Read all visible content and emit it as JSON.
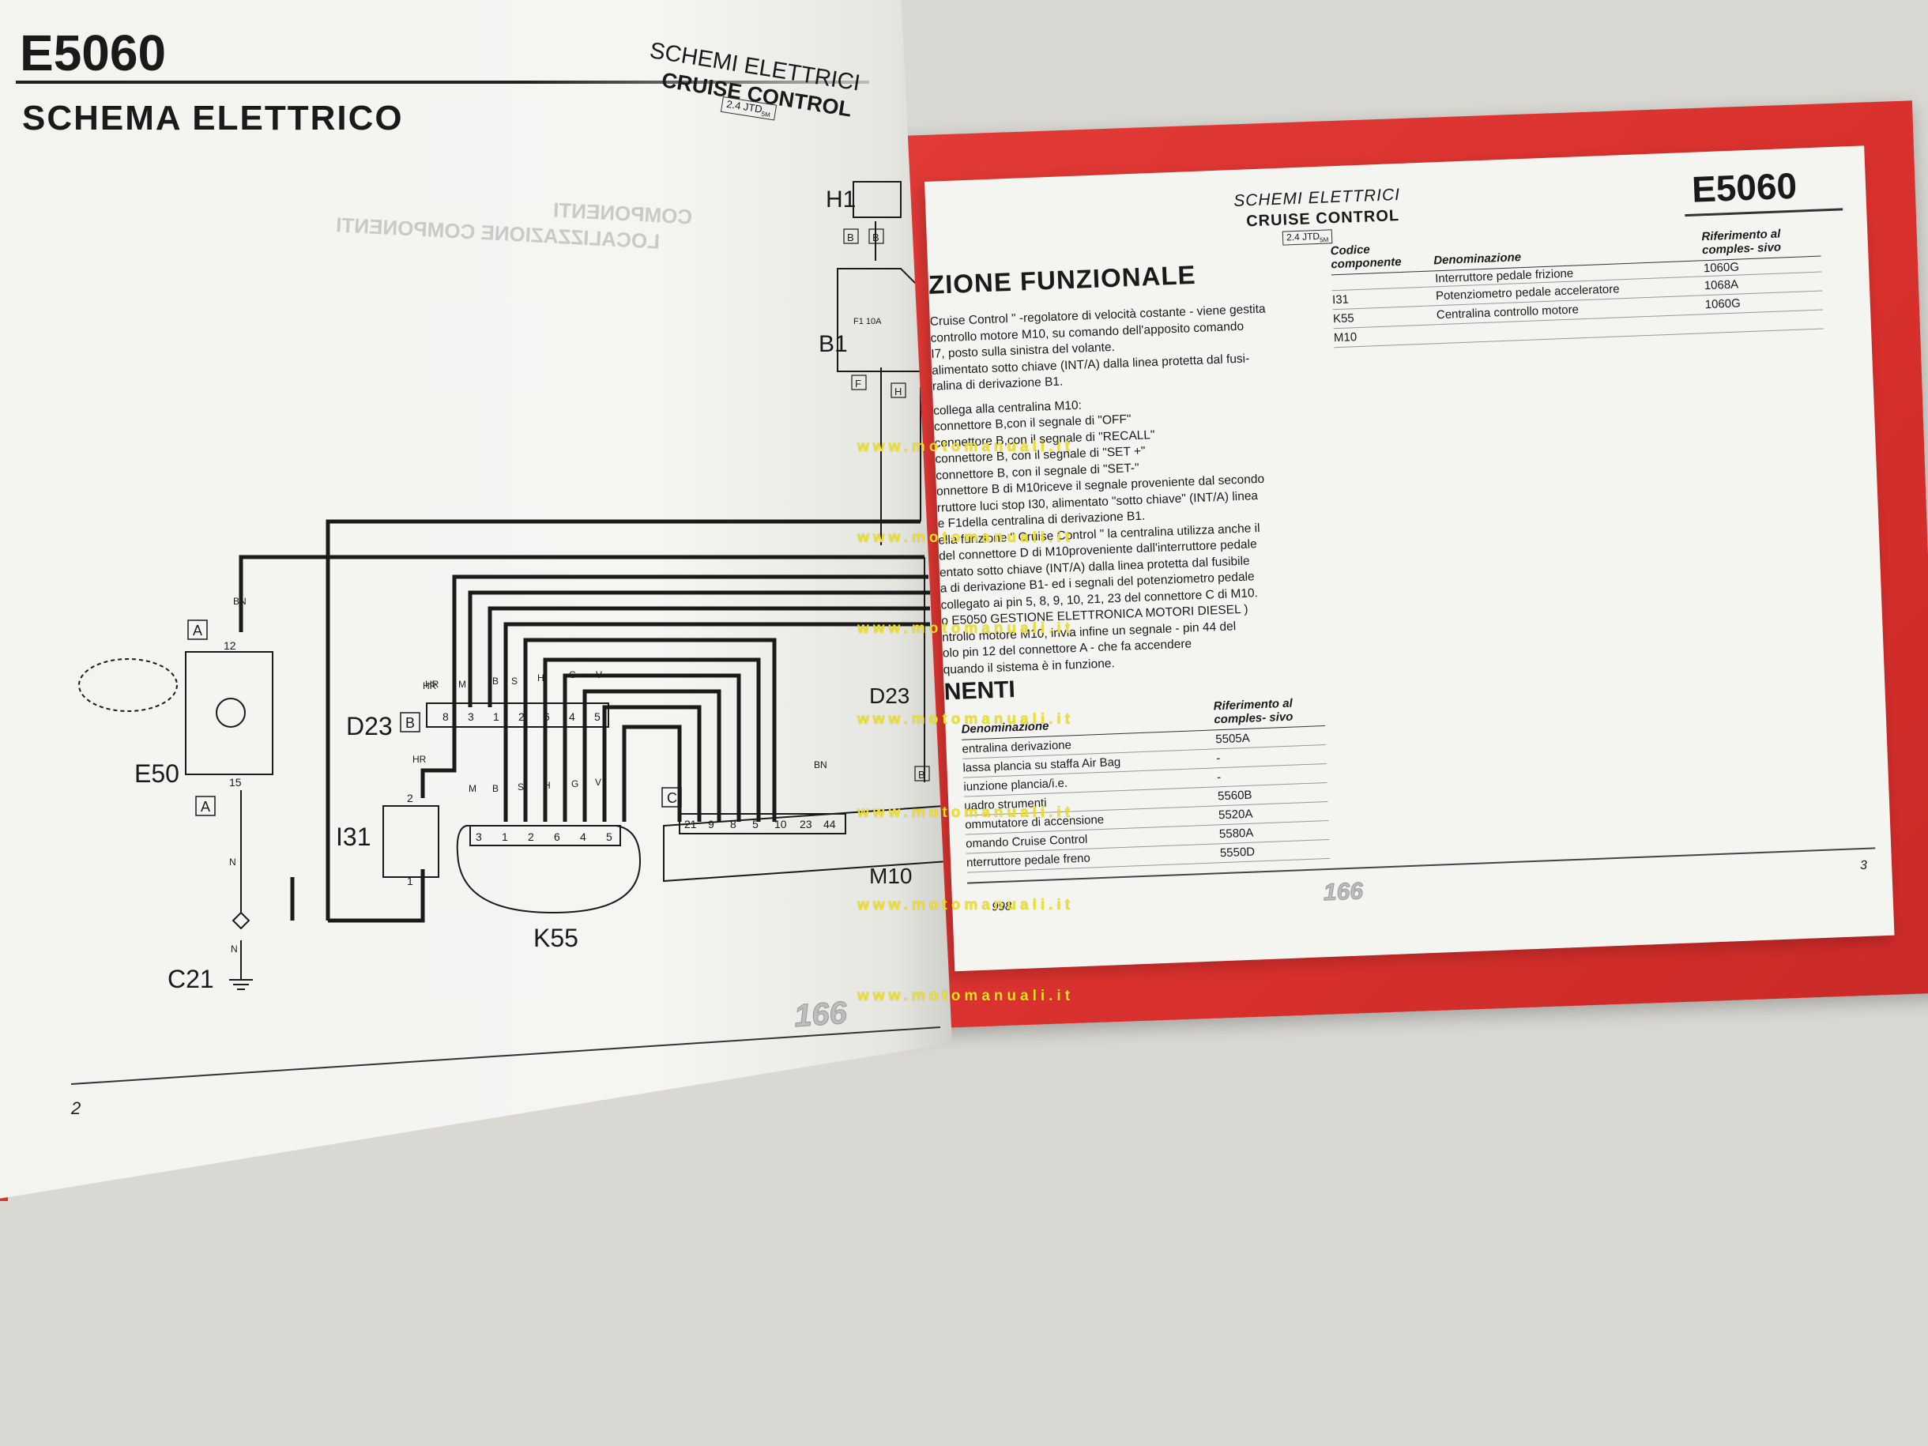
{
  "left_page": {
    "code": "E5060",
    "title": "SCHEMA ELETTRICO",
    "header_line1": "SCHEMI ELETTRICI",
    "header_line2": "CRUISE CONTROL",
    "header_badge": "2.4 JTD",
    "header_badge_suffix": "5M",
    "mirror_line1": "COMPONENTI",
    "mirror_line2": "LOCALIZZAZIONE COMPONENTI",
    "page_number": "2",
    "model_logo": "166",
    "components": {
      "h1": "H1",
      "b1": "B1",
      "e50": "E50",
      "d23": "D23",
      "d23_right": "D23",
      "i31": "I31",
      "k55": "K55",
      "m10": "M10",
      "c21": "C21"
    },
    "connector_letters": {
      "a_top": "A",
      "a_bottom": "A",
      "b_d23": "B",
      "c_m10": "C",
      "b_h1_left": "B",
      "b_h1_right": "B",
      "f": "F",
      "h": "H",
      "b_m10": "B"
    },
    "pins": {
      "e50_top": "12",
      "e50_bottom": "15",
      "i31_top": "2",
      "i31_bottom": "1",
      "d23": [
        "8",
        "3",
        "1",
        "2",
        "6",
        "4",
        "5"
      ],
      "k55": [
        "3",
        "1",
        "2",
        "6",
        "4",
        "5"
      ],
      "m10": [
        "21",
        "9",
        "8",
        "5",
        "10",
        "23",
        "44"
      ]
    },
    "wire_colors": {
      "bn_top": "BN",
      "n_bottom": "N",
      "n_ground": "N",
      "hr_d23": "HR",
      "hr_i31": "HR",
      "bn_m10": "BN",
      "d23_row": [
        "HR",
        "M",
        "B",
        "S",
        "H",
        "G",
        "V"
      ],
      "k55_row": [
        "M",
        "B",
        "S",
        "H",
        "G",
        "V"
      ]
    },
    "fuse_label": "F1 10A"
  },
  "right_page": {
    "header_line1": "SCHEMI ELETTRICI",
    "header_line2": "CRUISE CONTROL",
    "header_badge": "2.4 JTD",
    "header_badge_suffix": "5M",
    "code": "E5060",
    "section_title": "ZIONE FUNZIONALE",
    "body_lines": [
      "Cruise Control \" -regolatore di velocità costante - viene gestita",
      "controllo motore M10, su comando dell'apposito comando",
      "I7, posto sulla sinistra del volante.",
      "alimentato sotto chiave (INT/A)  dalla linea protetta dal  fusi-",
      "ralina  di derivazione B1.",
      "",
      "collega alla centralina M10:",
      "connettore B,con il segnale di \"OFF\"",
      "connettore B,con il segnale di \"RECALL\"",
      "connettore B, con il segnale di \"SET +\"",
      "connettore B, con il segnale di \"SET-\"",
      "onnettore B di M10riceve il segnale proveniente dal secondo",
      "rruttore luci stop I30, alimentato \"sotto chiave\" (INT/A) linea",
      "e F1della centralina di derivazione B1.",
      "ella funzione \" Cruise Control \" la centralina utilizza anche il",
      "del connettore D di M10proveniente dall'interruttore pedale",
      "entato sotto chiave (INT/A)  dalla linea protetta dal  fusibile",
      "a  di derivazione B1-  ed i segnali del potenziometro pedale",
      "collegato ai pin 5, 8, 9, 10, 21, 23 del connettore C di M10.",
      "o E5050  GESTIONE ELETTRONICA MOTORI DIESEL )",
      "ntrollo motore M10, invia infine un segnale -  pin 44 del",
      "olo pin 12 del connettore A  - che fa accendere",
      "quando il sistema è in funzione."
    ],
    "top_table": {
      "headers": [
        "Codice componente",
        "Denominazione",
        "Riferimento al comples- sivo"
      ],
      "rows": [
        [
          "",
          "Interruttore pedale frizione",
          "1060G"
        ],
        [
          "I31",
          "Potenziometro pedale acceleratore",
          "1068A"
        ],
        [
          "K55",
          "Centralina controllo motore",
          "1060G"
        ],
        [
          "M10",
          "",
          ""
        ]
      ]
    },
    "components_title": "NENTI",
    "bottom_table": {
      "headers": [
        "Denominazione",
        "Riferimento al comples- sivo"
      ],
      "rows": [
        [
          "entralina derivazione",
          "5505A"
        ],
        [
          "lassa plancia su staffa Air Bag",
          "-"
        ],
        [
          "iunzione plancia/i.e.",
          "-"
        ],
        [
          "uadro strumenti",
          "5560B"
        ],
        [
          "ommutatore di accensione",
          "5520A"
        ],
        [
          "omando Cruise Control",
          "5580A"
        ],
        [
          "nterruttore pedale freno",
          "5550D"
        ]
      ]
    },
    "footer_left": "998",
    "model_logo": "166",
    "page_number": "3"
  },
  "watermarks": [
    "www.motomanuali.it",
    "www.motomanuali.it",
    "www.motomanuali.it",
    "www.motomanuali.it",
    "www.motomanuali.it",
    "www.motomanuali.it",
    "www.motomanuali.it"
  ],
  "colors": {
    "cover_red": "#d8302d",
    "paper": "#f4f4f1",
    "ink": "#1a1a1a",
    "watermark": "#f1e21a",
    "background": "#d9d8d3"
  }
}
